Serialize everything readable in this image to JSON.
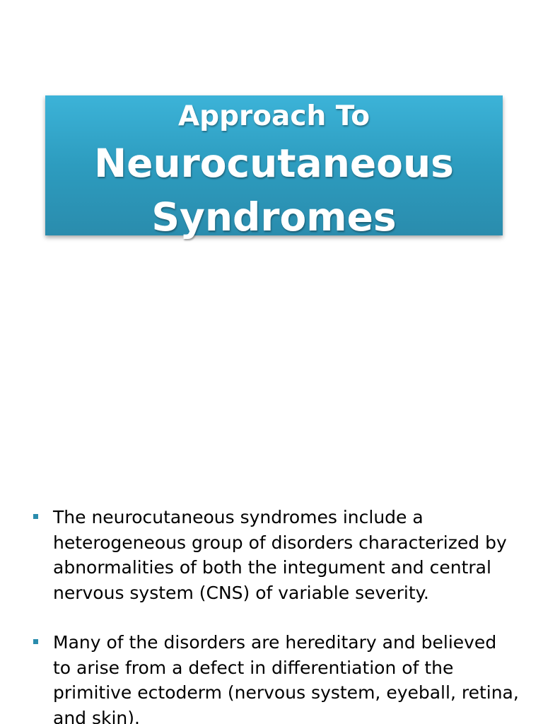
{
  "title": {
    "line1": "Approach To",
    "line2a": "Neurocutaneous",
    "line2b": "Syndromes"
  },
  "colors": {
    "title_box_top": "#3cb3d8",
    "title_box_bottom": "#2a8cad",
    "bullet_marker": "#2a8cad",
    "title_text": "#ffffff",
    "body_text": "#000000"
  },
  "bullets": [
    "The neurocutaneous syndromes include a heterogeneous group of disorders characterized by abnormalities of both the integument and central nervous system (CNS) of variable severity.",
    "Many of the disorders are hereditary and believed to arise from a defect in differentiation of the primitive ectoderm (nervous system, eyeball, retina, and skin)."
  ]
}
